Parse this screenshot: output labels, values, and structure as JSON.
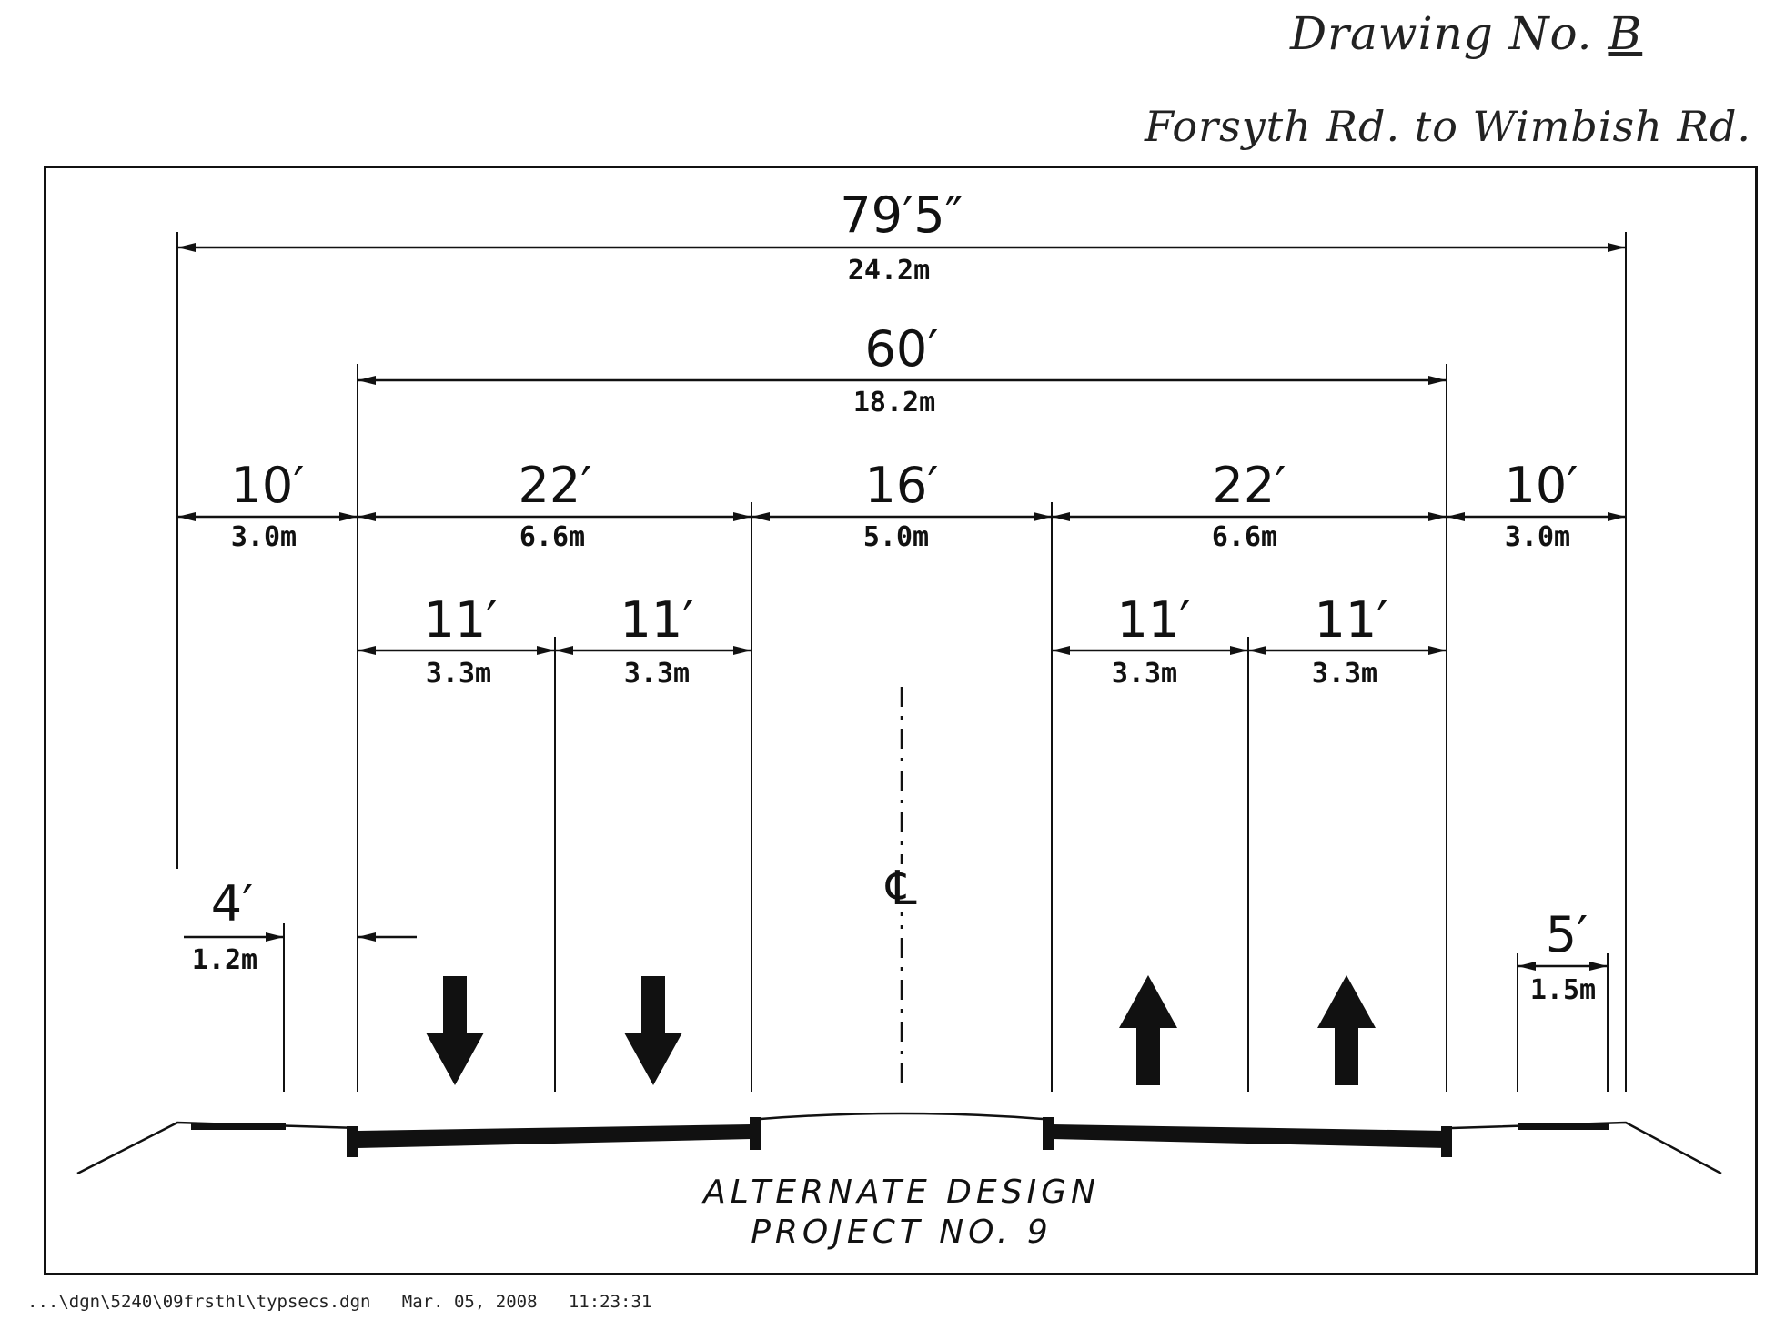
{
  "handwritten": {
    "title_prefix": "Drawing No.",
    "title_number": "B",
    "subtitle": "Forsyth Rd. to Wimbish Rd."
  },
  "dimensions": {
    "overall": {
      "ft": "79′5″",
      "m": "24.2m"
    },
    "curb_to_curb": {
      "ft": "60′",
      "m": "18.2m"
    },
    "left_border": {
      "ft": "10′",
      "m": "3.0m"
    },
    "left_roadway": {
      "ft": "22′",
      "m": "6.6m"
    },
    "median": {
      "ft": "16′",
      "m": "5.0m"
    },
    "right_roadway": {
      "ft": "22′",
      "m": "6.6m"
    },
    "right_border": {
      "ft": "10′",
      "m": "3.0m"
    },
    "lane_1": {
      "ft": "11′",
      "m": "3.3m"
    },
    "lane_2": {
      "ft": "11′",
      "m": "3.3m"
    },
    "lane_3": {
      "ft": "11′",
      "m": "3.3m"
    },
    "lane_4": {
      "ft": "11′",
      "m": "3.3m"
    },
    "left_sidewalk": {
      "ft": "4′",
      "m": "1.2m"
    },
    "right_sidewalk": {
      "ft": "5′",
      "m": "1.5m"
    }
  },
  "centerline_symbol": "℄",
  "caption": {
    "line1": "ALTERNATE DESIGN",
    "line2": "PROJECT NO. 9"
  },
  "footer": "...\\dgn\\5240\\09frsthl\\typsecs.dgn   Mar. 05, 2008   11:23:31",
  "colors": {
    "ink": "#111111",
    "paper": "#ffffff"
  }
}
